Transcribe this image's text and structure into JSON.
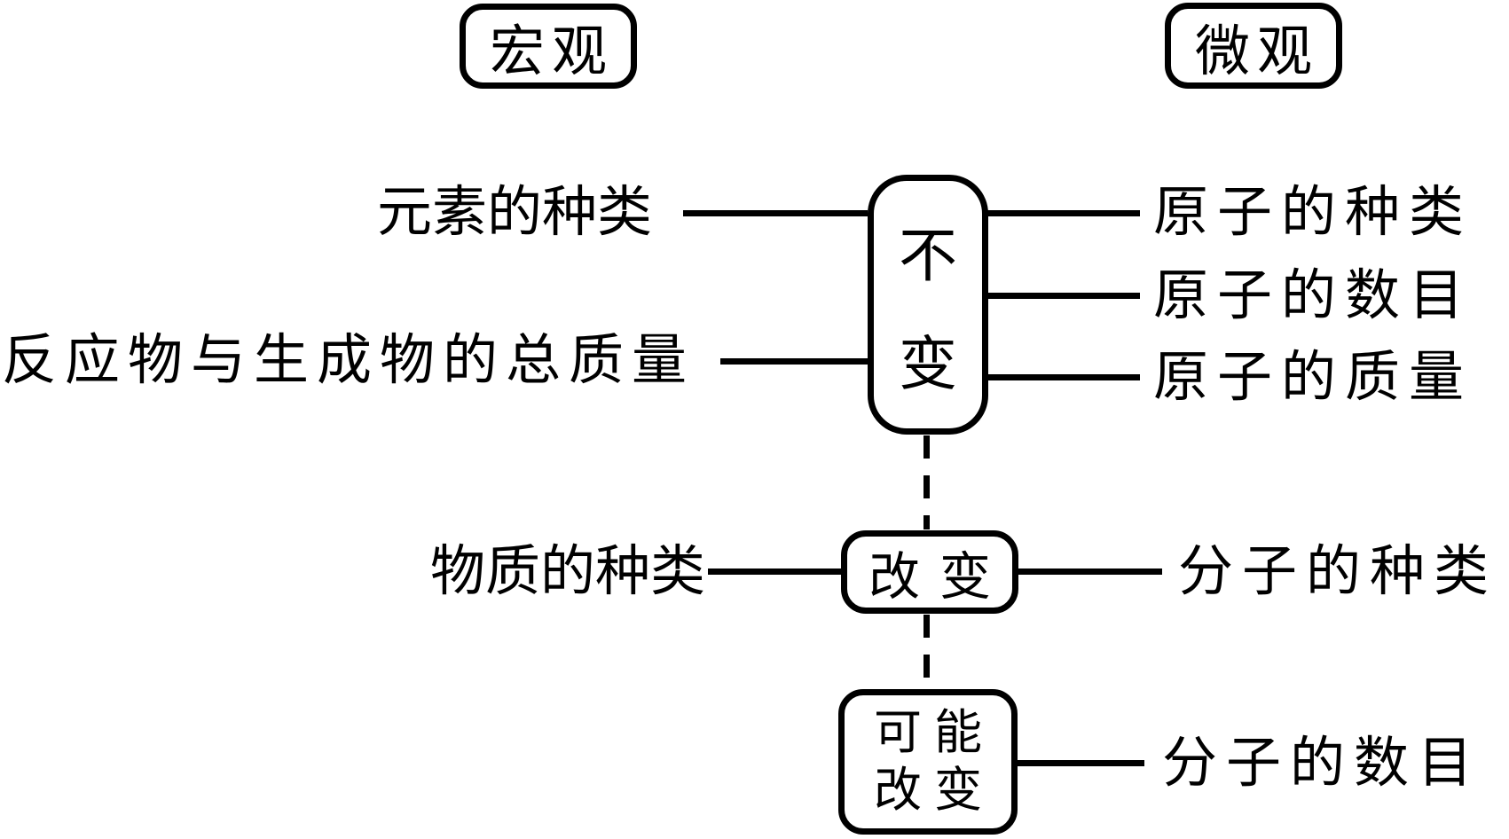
{
  "headers": {
    "macro": "宏观",
    "micro": "微观"
  },
  "nodes": {
    "unchanged": {
      "char1": "不",
      "char2": "变"
    },
    "changed": {
      "label": "改变"
    },
    "may_change": {
      "line1": "可能",
      "line2": "改变"
    }
  },
  "macro_items": {
    "element_kinds": "元素的种类",
    "total_mass": "反应物与生成物的总质量",
    "substance_kinds": "物质的种类"
  },
  "micro_items": {
    "atom_kinds": "原子的种类",
    "atom_number": "原子的数目",
    "atom_mass": "原子的质量",
    "molecule_kinds": "分子的种类",
    "molecule_number": "分子的数目"
  },
  "colors": {
    "ink": "#000000",
    "background": "#ffffff"
  }
}
